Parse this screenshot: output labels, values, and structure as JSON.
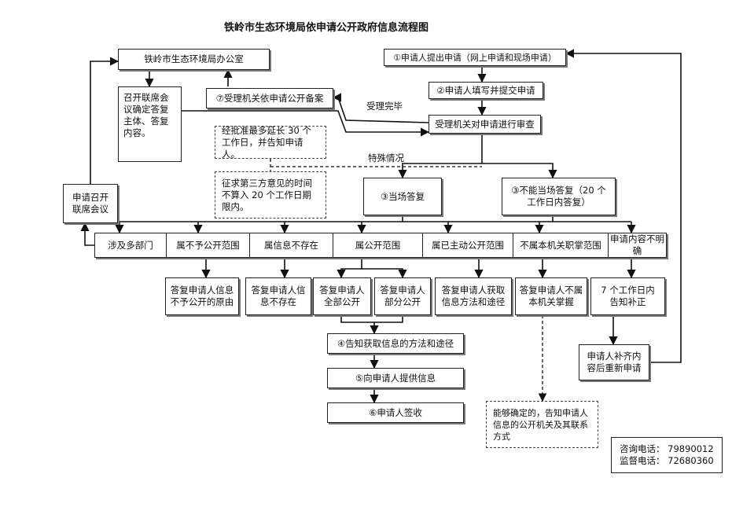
{
  "title": "铁岭市生态环境局依申请公开政府信息流程图",
  "boxes": {
    "office": "铁岭市生态环境局办公室",
    "submit": "①申请人提出申请（网上申请和现场申请）",
    "fill": "②申请人填写并提交申请",
    "review": "受理机关对申请进行审查",
    "filing": "⑦受理机关依申请公开备案",
    "meeting": "召开联席会议确定答复主体、答复内容。",
    "extend": "经批准最多延长 30 个工作日，并告知申请人。",
    "third_party": "征求第三方意见的时间不算入 20 个工作日期限内。",
    "apply_meeting": "申请召开联席会议",
    "immediate": "③当场答复",
    "not_immediate": "③不能当场答复（20 个工作日内答复）",
    "supplement": "申请人补齐内容后重新申请",
    "final_step4": "④告知获取信息的方法和途径",
    "final_step5": "⑤向申请人提供信息",
    "final_step6": "⑥申请人签收",
    "unable_confirm": "能够确定的，告知申请人信息的公开机关及其联系方式"
  },
  "labels": {
    "accepted": "受理完毕",
    "special": "特殊情况"
  },
  "categories": [
    "涉及多部门",
    "属不予公开范围",
    "属信息不存在",
    "属公开范围",
    "属已主动公开范围",
    "不属本机关职掌范围",
    "申请内容不明确"
  ],
  "replies": [
    "答复申请人信息不予公开的原由",
    "答复申请人信息不存在",
    "答复申请人全部公开",
    "答复申请人部分公开",
    "答复申请人获取信息方法和途径",
    "答复申请人不属本机关掌握",
    "7 个工作日内告知补正"
  ],
  "contact": {
    "consult": "咨询电话：  79890012",
    "complaint": "监督电话：  72680360"
  }
}
